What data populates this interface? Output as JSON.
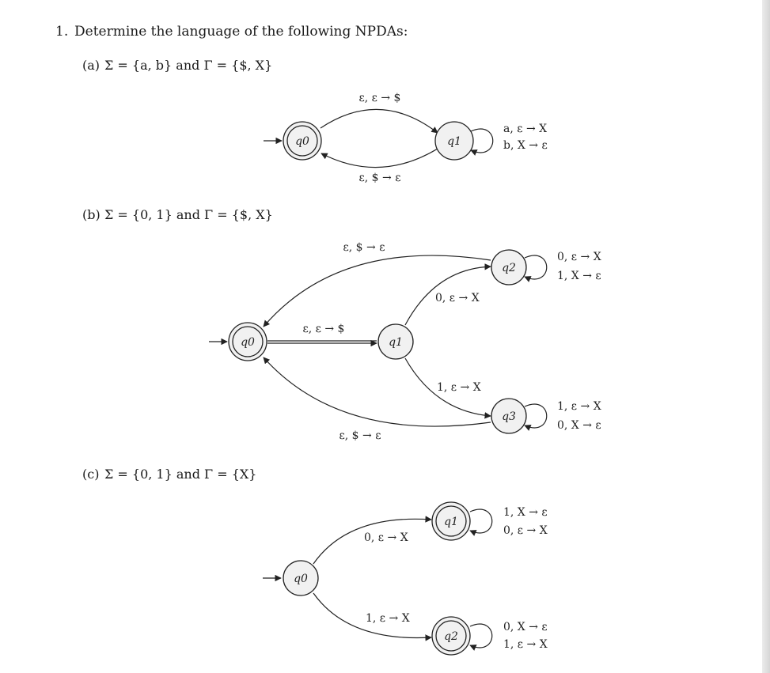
{
  "heading": {
    "number": "1.",
    "text": "Determine the language of the following NPDAs:"
  },
  "parts": [
    {
      "tag": "(a)",
      "definition": "Σ = {a, b} and Γ = {$, X}",
      "states": [
        "q0",
        "q1"
      ],
      "accepting_states": [
        "q0"
      ],
      "start_state": "q0",
      "transitions": [
        {
          "from": "q0",
          "to": "q1",
          "label": "ε, ε → $"
        },
        {
          "from": "q1",
          "to": "q1",
          "labels": [
            "a, ε → X",
            "b, X → ε"
          ]
        },
        {
          "from": "q1",
          "to": "q0",
          "label": "ε, $ → ε"
        }
      ]
    },
    {
      "tag": "(b)",
      "definition": "Σ = {0, 1} and Γ = {$, X}",
      "states": [
        "q0",
        "q1",
        "q2",
        "q3"
      ],
      "accepting_states": [
        "q0"
      ],
      "start_state": "q0",
      "transitions": [
        {
          "from": "q0",
          "to": "q1",
          "label": "ε, ε → $"
        },
        {
          "from": "q1",
          "to": "q2",
          "label": "0, ε → X"
        },
        {
          "from": "q1",
          "to": "q3",
          "label": "1, ε → X"
        },
        {
          "from": "q2",
          "to": "q2",
          "labels": [
            "0, ε → X",
            "1, X → ε"
          ]
        },
        {
          "from": "q3",
          "to": "q3",
          "labels": [
            "1, ε → X",
            "0, X → ε"
          ]
        },
        {
          "from": "q2",
          "to": "q0",
          "label": "ε, $ → ε"
        },
        {
          "from": "q3",
          "to": "q0",
          "label": "ε, $ → ε"
        }
      ]
    },
    {
      "tag": "(c)",
      "definition": "Σ = {0, 1} and Γ = {X}",
      "states": [
        "q0",
        "q1",
        "q2"
      ],
      "accepting_states": [
        "q1",
        "q2"
      ],
      "start_state": "q0",
      "transitions": [
        {
          "from": "q0",
          "to": "q1",
          "label": "0, ε → X"
        },
        {
          "from": "q0",
          "to": "q2",
          "label": "1, ε → X"
        },
        {
          "from": "q1",
          "to": "q1",
          "labels": [
            "1, X → ε",
            "0, ε → X"
          ]
        },
        {
          "from": "q2",
          "to": "q2",
          "labels": [
            "0, X → ε",
            "1, ε → X"
          ]
        }
      ]
    }
  ]
}
